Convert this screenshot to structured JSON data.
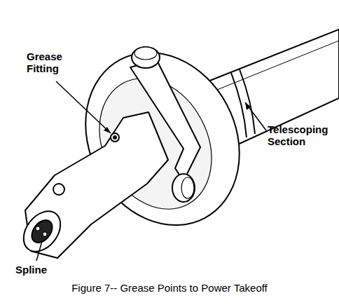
{
  "diagram": {
    "caption": "Figure 7-- Grease Points to Power Takeoff",
    "labels": [
      "Grease Fitting",
      "Telescoping Section",
      "Spline"
    ]
  }
}
